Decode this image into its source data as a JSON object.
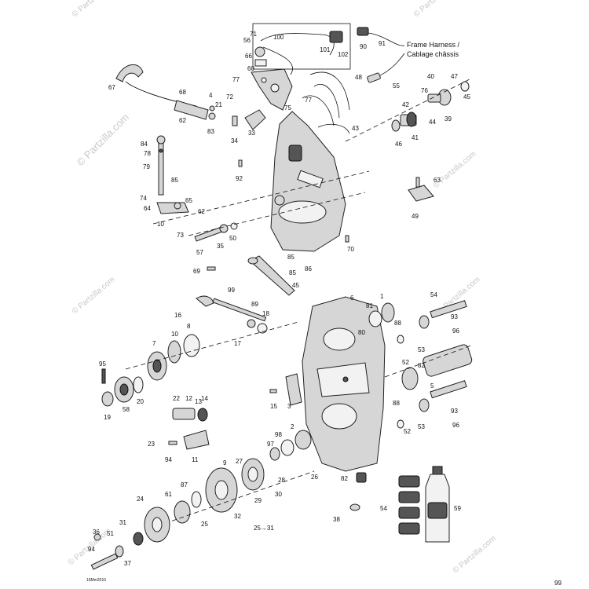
{
  "watermark": {
    "text": "© Partzilla.com"
  },
  "frame_harness_label": {
    "line1": "Frame Harness /",
    "line2": "Cablage châssis"
  },
  "range_callout": "25→31",
  "figure_code": "16Mm2010",
  "callouts": [
    "71",
    "100",
    "56",
    "66",
    "60",
    "101",
    "102",
    "90",
    "91",
    "48",
    "55",
    "67",
    "68",
    "77",
    "72",
    "4",
    "21",
    "62",
    "83",
    "75",
    "77",
    "34",
    "33",
    "40",
    "47",
    "76",
    "45",
    "42",
    "44",
    "39",
    "46",
    "41",
    "43",
    "84",
    "78",
    "79",
    "92",
    "85",
    "63",
    "74",
    "64",
    "65",
    "62",
    "10",
    "73",
    "57",
    "35",
    "50",
    "49",
    "70",
    "85",
    "86",
    "69",
    "85",
    "45",
    "99",
    "16",
    "89",
    "18",
    "17",
    "10",
    "8",
    "7",
    "6",
    "1",
    "81",
    "80",
    "54",
    "88",
    "93",
    "96",
    "53",
    "52",
    "82",
    "95",
    "58",
    "20",
    "19",
    "22",
    "12",
    "13",
    "14",
    "15",
    "3",
    "2",
    "98",
    "97",
    "23",
    "94",
    "11",
    "9",
    "27",
    "28",
    "30",
    "29",
    "26",
    "5",
    "88",
    "93",
    "96",
    "53",
    "52",
    "82",
    "87",
    "61",
    "24",
    "32",
    "25",
    "31",
    "51",
    "36",
    "94",
    "37",
    "38",
    "54",
    "59",
    "99"
  ]
}
